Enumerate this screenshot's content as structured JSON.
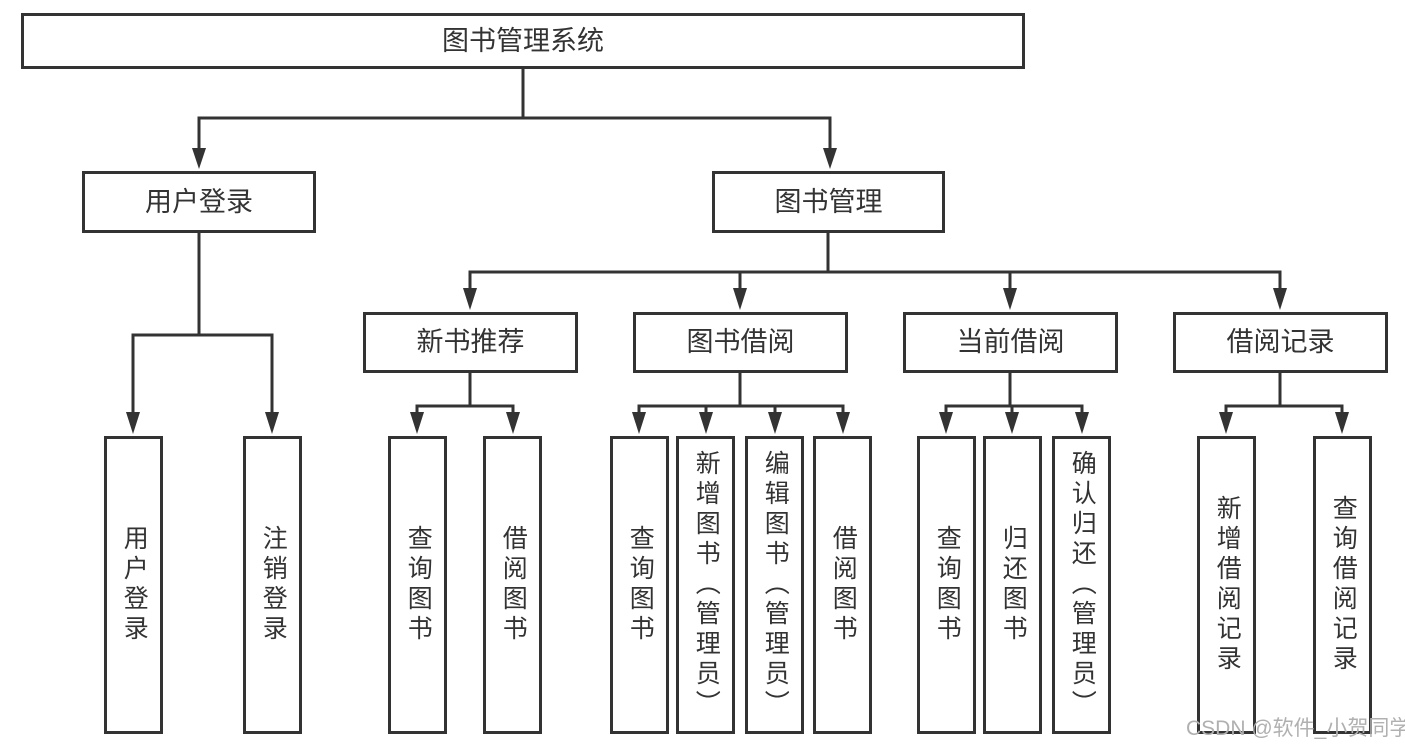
{
  "diagram": {
    "title": "图书管理系统",
    "watermark": "CSDN @软件_小贺同学",
    "colors": {
      "line": "#333333",
      "border": "#333333",
      "text": "#333333",
      "box_background": "#ffffff",
      "watermark_text": "#b0b0b0"
    },
    "tree": {
      "label": "图书管理系统",
      "children": [
        {
          "label": "用户登录",
          "children": [
            {
              "label": "用户登录"
            },
            {
              "label": "注销登录"
            }
          ]
        },
        {
          "label": "图书管理",
          "children": [
            {
              "label": "新书推荐",
              "children": [
                {
                  "label": "查询图书"
                },
                {
                  "label": "借阅图书"
                }
              ]
            },
            {
              "label": "图书借阅",
              "children": [
                {
                  "label": "查询图书"
                },
                {
                  "label": "新增图书（管理员）"
                },
                {
                  "label": "编辑图书（管理员）"
                },
                {
                  "label": "借阅图书"
                }
              ]
            },
            {
              "label": "当前借阅",
              "children": [
                {
                  "label": "查询图书"
                },
                {
                  "label": "归还图书"
                },
                {
                  "label": "确认归还（管理员）"
                }
              ]
            },
            {
              "label": "借阅记录",
              "children": [
                {
                  "label": "新增借阅记录"
                },
                {
                  "label": "查询借阅记录"
                }
              ]
            }
          ]
        }
      ]
    }
  }
}
